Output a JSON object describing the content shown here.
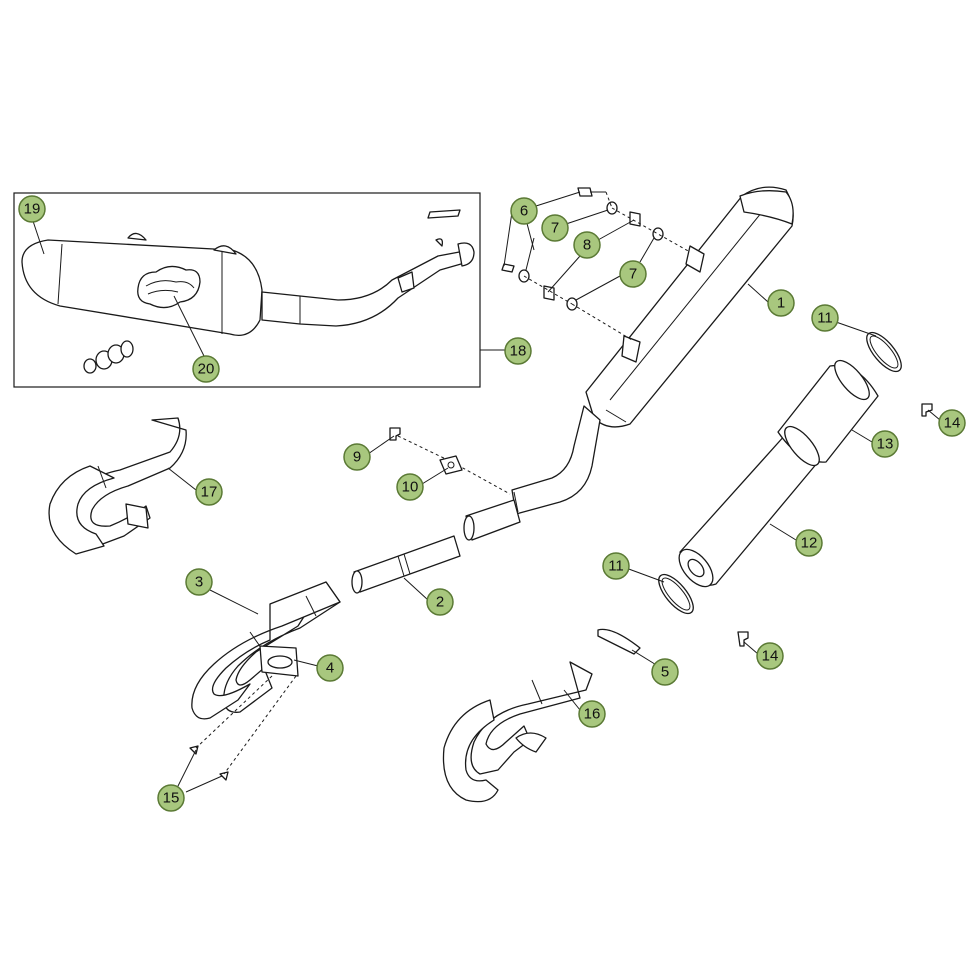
{
  "callouts": [
    {
      "id": "c1",
      "label": "1"
    },
    {
      "id": "c2",
      "label": "2"
    },
    {
      "id": "c3",
      "label": "3"
    },
    {
      "id": "c4",
      "label": "4"
    },
    {
      "id": "c5",
      "label": "5"
    },
    {
      "id": "c6",
      "label": "6"
    },
    {
      "id": "c7a",
      "label": "7"
    },
    {
      "id": "c7b",
      "label": "7"
    },
    {
      "id": "c8",
      "label": "8"
    },
    {
      "id": "c9",
      "label": "9"
    },
    {
      "id": "c10",
      "label": "10"
    },
    {
      "id": "c11a",
      "label": "11"
    },
    {
      "id": "c11b",
      "label": "11"
    },
    {
      "id": "c12",
      "label": "12"
    },
    {
      "id": "c13",
      "label": "13"
    },
    {
      "id": "c14a",
      "label": "14"
    },
    {
      "id": "c14b",
      "label": "14"
    },
    {
      "id": "c15",
      "label": "15"
    },
    {
      "id": "c16",
      "label": "16"
    },
    {
      "id": "c17",
      "label": "17"
    },
    {
      "id": "c18",
      "label": "18"
    },
    {
      "id": "c19",
      "label": "19"
    },
    {
      "id": "c20",
      "label": "20"
    }
  ],
  "colors": {
    "callout_fill": "#a8c77e",
    "callout_stroke": "#5b7a35",
    "line": "#1a1a1a"
  }
}
